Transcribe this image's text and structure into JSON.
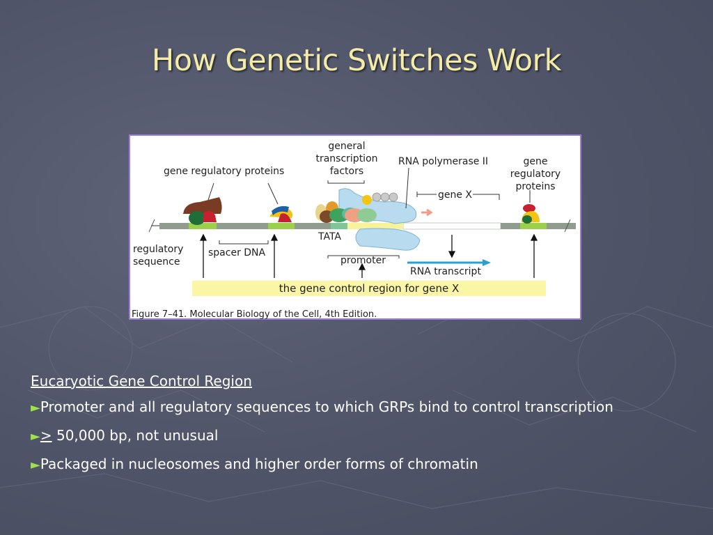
{
  "slide": {
    "title": "How Genetic Switches Work"
  },
  "figure": {
    "labels": {
      "gene_regulatory_proteins_left": "gene regulatory proteins",
      "general_tf_line1": "general",
      "general_tf_line2": "transcription",
      "general_tf_line3": "factors",
      "rna_pol": "RNA polymerase II",
      "gene_reg_right_line1": "gene",
      "gene_reg_right_line2": "regulatory",
      "gene_reg_right_line3": "proteins",
      "gene_x": "gene X",
      "tata": "TATA",
      "regulatory_line1": "regulatory",
      "regulatory_line2": "sequence",
      "spacer_dna": "spacer DNA",
      "promoter": "promoter",
      "rna_transcript": "RNA transcript",
      "control_region": "the gene control region for gene X",
      "caption": "Figure 7–41. Molecular Biology of the Cell, 4th Edition."
    }
  },
  "content": {
    "heading": "Eucaryotic Gene Control Region",
    "bullet_symbol": "►",
    "bullets": {
      "b1": "Promoter and all regulatory sequences to which GRPs bind to control transcription",
      "b2_symbol": ">",
      "b2_rest": " 50,000 bp, not unusual",
      "b3": "Packaged in nucleosomes and higher order forms of chromatin"
    }
  },
  "colors": {
    "title": "#f3eba7",
    "bullet_arrow": "#9fe04c",
    "figure_border": "#9a7ee0"
  }
}
